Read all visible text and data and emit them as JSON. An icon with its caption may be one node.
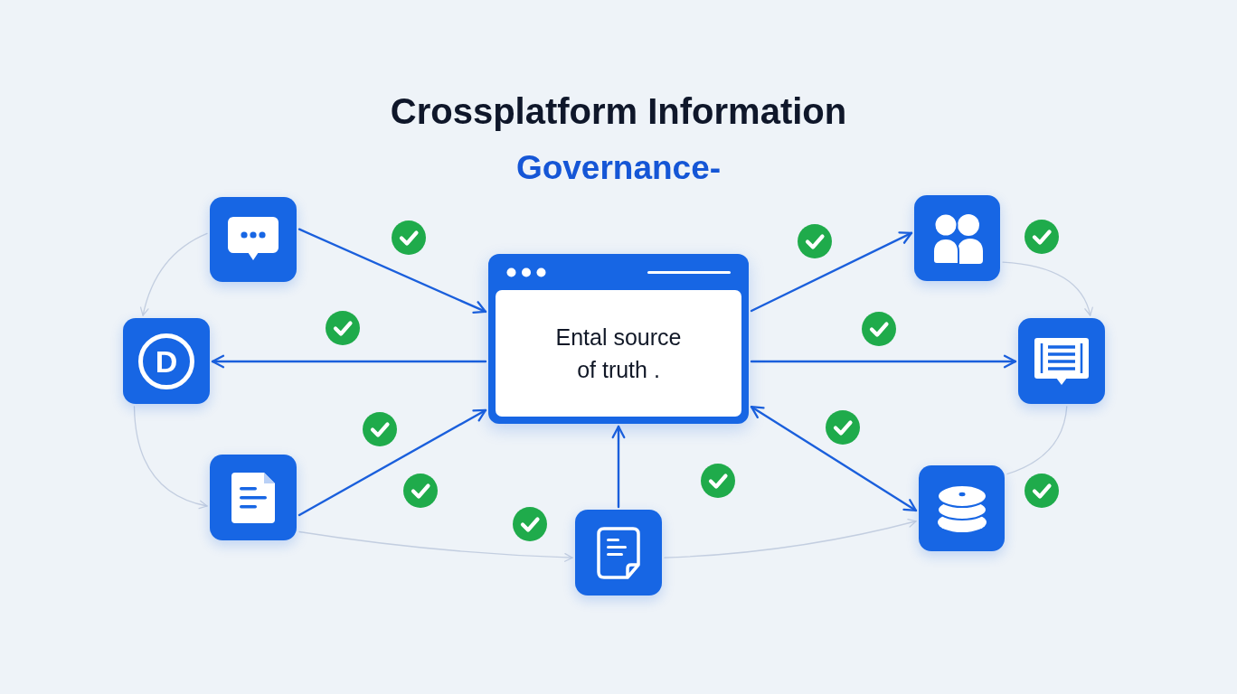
{
  "diagram": {
    "title": "Crossplatform Information Governance-",
    "nodes": [
      {
        "text": [
          "Ental source of truth ."
        ]
      },
      {
        "text": [],
        "shape": "box"
      },
      {
        "text": [
          "D"
        ]
      },
      {
        "text": [],
        "shape": "box"
      },
      {
        "text": [],
        "shape": "box"
      },
      {
        "text": [],
        "shape": "box"
      },
      {
        "text": [],
        "shape": "box"
      },
      {
        "text": [],
        "shape": "box"
      }
    ],
    "edges": [
      {
        "from": 1,
        "to": 0,
        "arrow": "to"
      },
      {
        "from": 0,
        "to": 2,
        "arrow": "to"
      },
      {
        "from": 3,
        "to": 0,
        "arrow": "to"
      },
      {
        "from": 4,
        "to": 0,
        "arrow": "to"
      },
      {
        "from": 0,
        "to": 5,
        "arrow": "to"
      },
      {
        "from": 0,
        "to": 6,
        "arrow": "to"
      },
      {
        "from": 0,
        "to": 7,
        "arrow": "both"
      },
      {
        "from": 1,
        "to": 2,
        "arrow": "to",
        "color": "#c3cee0"
      },
      {
        "from": 2,
        "to": 3,
        "arrow": "to",
        "color": "#c3cee0"
      },
      {
        "from": 3,
        "to": 4,
        "arrow": "to",
        "color": "#c3cee0"
      },
      {
        "from": 4,
        "to": 7,
        "arrow": "to",
        "color": "#c3cee0"
      },
      {
        "from": 5,
        "to": 6,
        "arrow": "to",
        "color": "#c3cee0"
      },
      {
        "from": 6,
        "to": 7,
        "arrow": "none",
        "color": "#c3cee0"
      }
    ]
  }
}
